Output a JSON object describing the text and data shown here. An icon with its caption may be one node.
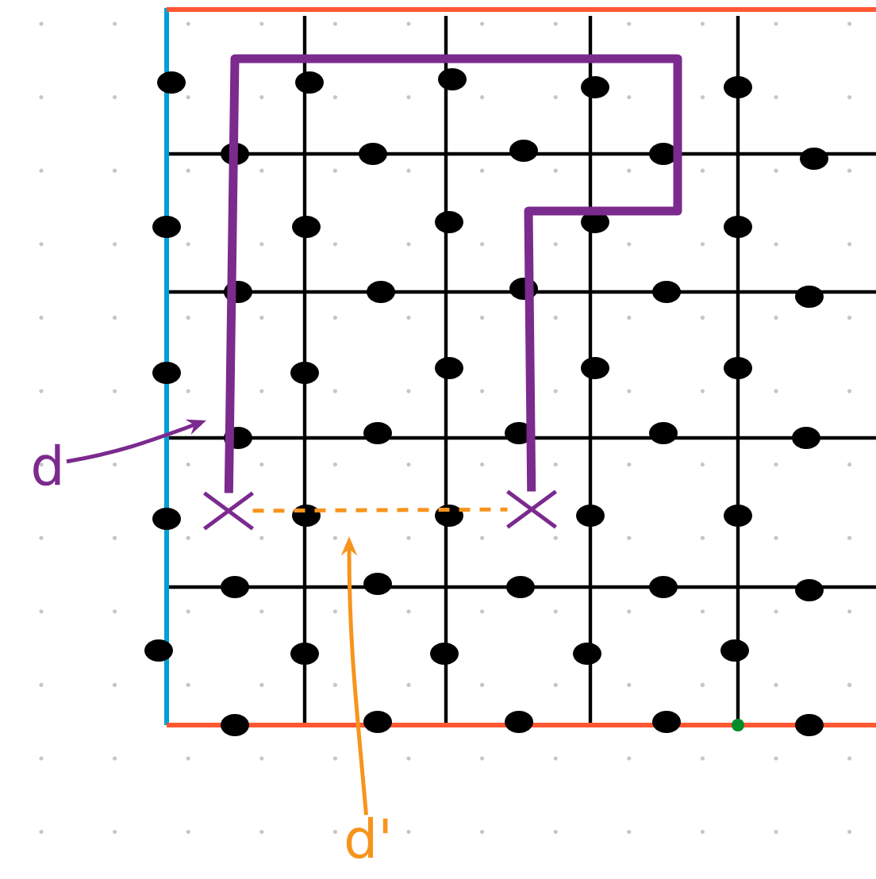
{
  "diagram": {
    "nodes": [
      {
        "text": [
          "d"
        ]
      },
      {
        "text": [
          "d'"
        ]
      },
      {
        "text": [],
        "shape": "cross"
      },
      {
        "text": [],
        "shape": "cross"
      }
    ],
    "edges": [
      {
        "from": 0,
        "to": null,
        "arrow": "to",
        "color": "#7b2a8e"
      },
      {
        "from": 1,
        "to": null,
        "arrow": "to",
        "color": "#f7941d"
      },
      {
        "from": 2,
        "to": 3,
        "arrow": "none",
        "style": "dashed",
        "color": "#f7941d"
      },
      {
        "from": 2,
        "to": 3,
        "arrow": "none",
        "style": "thick",
        "color": "#7b2a8e"
      }
    ]
  }
}
